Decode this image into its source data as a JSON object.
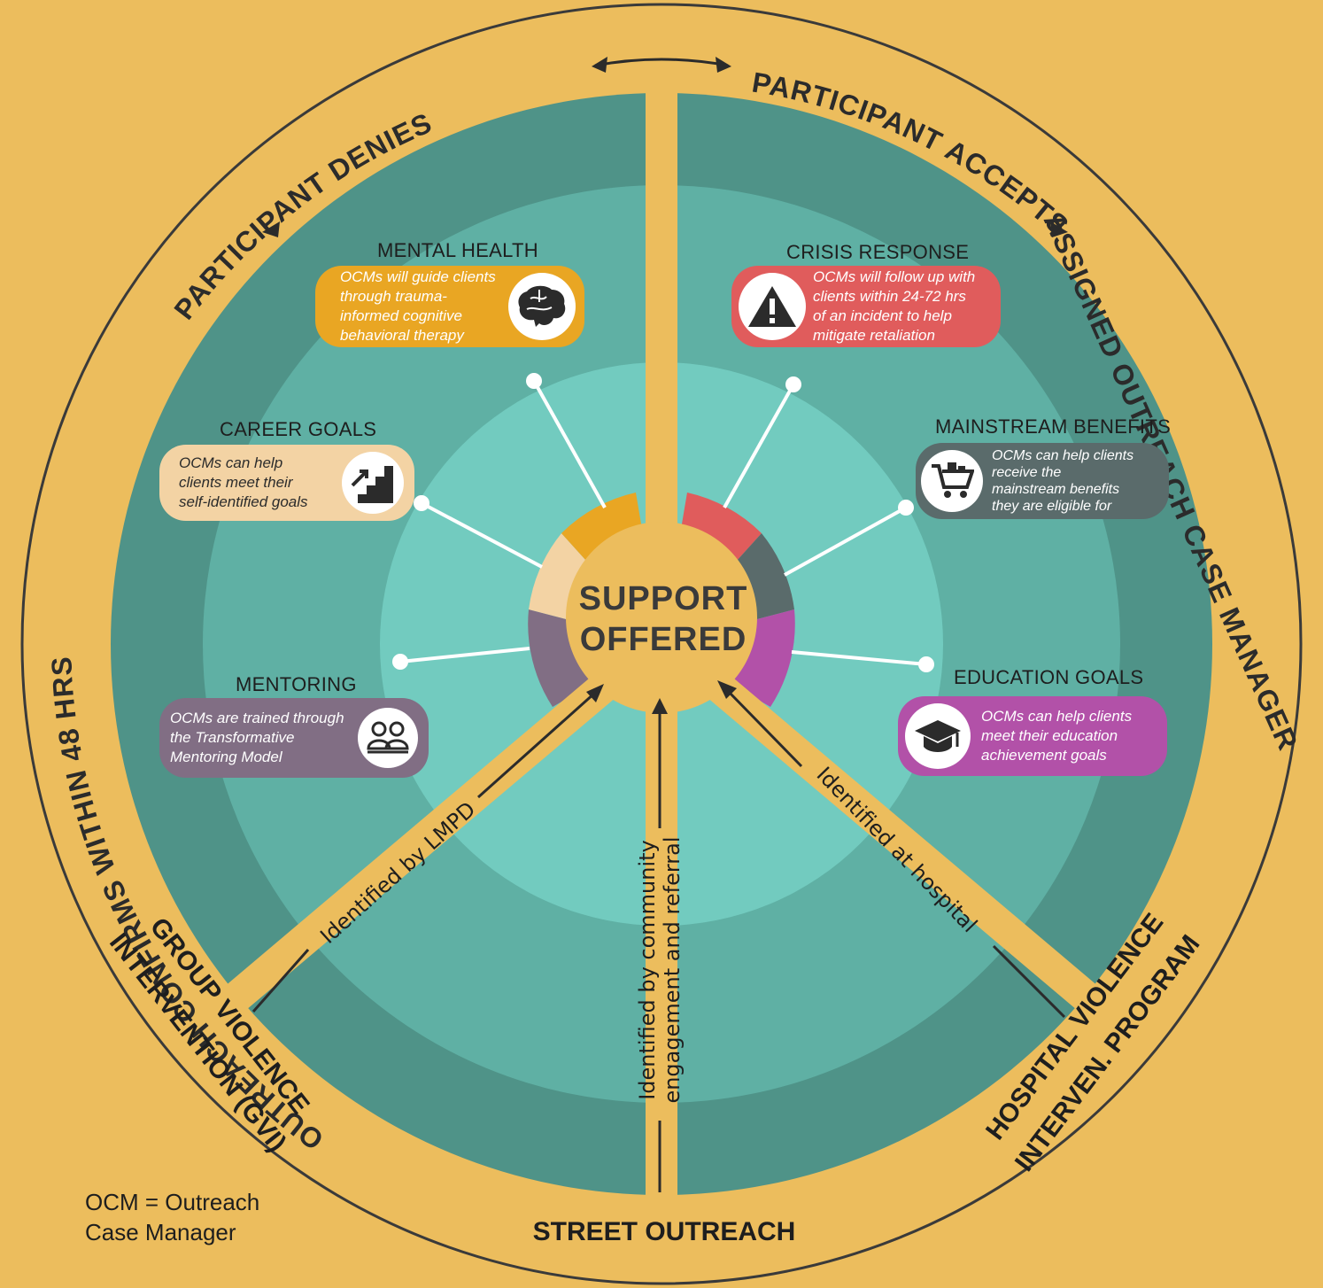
{
  "center": {
    "line1": "SUPPORT",
    "line2": "OFFERED"
  },
  "ring_text": {
    "participant_denies": "PARTICIPANT  DENIES",
    "participant_accepts": "PARTICIPANT  ACCEPTS",
    "outreach_confirms": "OUTREACH CONFIRMS WITHIN 48 HRS",
    "assigned_case_manager": "ASSIGNED OUTREACH CASE MANAGER"
  },
  "paths": {
    "lmpd": "Identified by LMPD",
    "community_line1": "Identified by community",
    "community_line2": "engagement  and referral",
    "hospital": "Identified at hospital"
  },
  "sources": {
    "gvi_line1": "GROUP VIOLENCE",
    "gvi_line2": "INTERVENTION (GVI)",
    "street": "STREET OUTREACH",
    "hospital_line1": "HOSPITAL VIOLENCE",
    "hospital_line2": "INTERVEN. PROGRAM"
  },
  "services": {
    "mental_health": {
      "title": "MENTAL HEALTH",
      "text": [
        "OCMs will guide clients",
        "through trauma-",
        "informed cognitive",
        "behavioral therapy"
      ],
      "color": "#e9a623",
      "icon": "brain-icon"
    },
    "career_goals": {
      "title": "CAREER GOALS",
      "text": [
        "OCMs can help",
        "clients meet their",
        "self-identified goals"
      ],
      "color": "#f3d3a4",
      "icon": "stairs-icon"
    },
    "mentoring": {
      "title": "MENTORING",
      "text": [
        "OCMs  are trained through",
        "the Transformative",
        "Mentoring Model"
      ],
      "color": "#816e84",
      "icon": "people-icon"
    },
    "crisis_response": {
      "title": "CRISIS  RESPONSE",
      "text": [
        "OCMs will follow up with",
        "clients within 24-72 hrs",
        "of an incident to help",
        "mitigate retaliation"
      ],
      "color": "#e05c5c",
      "icon": "warning-icon"
    },
    "mainstream_benefits": {
      "title": "MAINSTREAM  BENEFITS",
      "text": [
        "OCMs can help clients",
        "receive the",
        "mainstream benefits",
        "they are eligible for"
      ],
      "color": "#5a6b6b",
      "icon": "cart-icon"
    },
    "education_goals": {
      "title": "EDUCATION GOALS",
      "text": [
        "OCMs can help clients",
        "meet their education",
        "achievement goals"
      ],
      "color": "#b251a8",
      "icon": "graduation-cap-icon"
    }
  },
  "legend": {
    "line1": "OCM = Outreach",
    "line2": "Case Manager"
  },
  "colors": {
    "background": "#ecbd5d",
    "outer_teal": "#4f9388",
    "mid_teal": "#5fb0a4",
    "inner_teal": "#72cbbf"
  }
}
